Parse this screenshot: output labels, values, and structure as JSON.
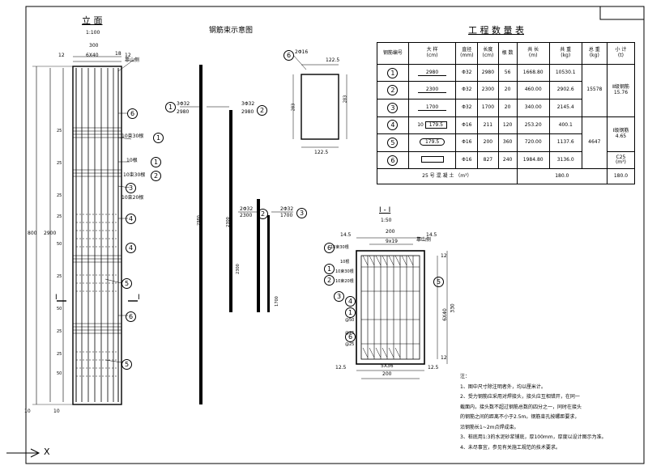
{
  "elevation": {
    "title": "立 面",
    "scale": "1:100",
    "dims": {
      "width": "300",
      "spacing": "6X40",
      "left_edge": "12",
      "right_edge": "12",
      "right_small": "18",
      "total_height": "800",
      "mid_height": "2900",
      "bottom_1": "10",
      "bottom_2": "10"
    },
    "labels": {
      "side": "靠山侧",
      "row1": "10束30根",
      "row2": "10根",
      "row3": "10束30根",
      "row4": "10束20根",
      "section_mark": "I"
    },
    "left_dims": [
      "25",
      "25",
      "25",
      "25",
      "50",
      "25",
      "50",
      "25",
      "25",
      "50"
    ],
    "callouts": [
      "6",
      "1",
      "2",
      "1",
      "3",
      "4",
      "5",
      "4",
      "6",
      "5"
    ]
  },
  "bundle": {
    "title": "钢筋束示意图",
    "items": [
      {
        "mark": "1",
        "spec": "3Φ32",
        "len": "2980",
        "vert": "2980"
      },
      {
        "mark": "2",
        "spec": "3Φ32",
        "len": "2980",
        "vert": "2300"
      },
      {
        "mark": "2",
        "spec": "2Φ32",
        "len": "2300",
        "vert": "2300"
      },
      {
        "mark": "3",
        "spec": "2Φ32",
        "len": "1700",
        "vert": "1700"
      }
    ],
    "stirrup": {
      "mark": "6",
      "spec": "2Φ16",
      "top": "122.5",
      "bottom": "122.5",
      "left": "283",
      "right": "283"
    }
  },
  "quantity_table": {
    "title": "工 程 数 量 表",
    "headers": [
      "钢筋编号",
      "大 样",
      "直径",
      "长度",
      "根 数",
      "共 长",
      "共 重",
      "总 重",
      "小 计"
    ],
    "units": [
      "",
      "(cm)",
      "(mm)",
      "(cm)",
      "",
      "(m)",
      "(kg)",
      "(kg)",
      "(t)"
    ],
    "rows": [
      {
        "no": "1",
        "sketch": "2980",
        "dia": "Φ32",
        "len": "2980",
        "count": "56",
        "tlen": "1668.80",
        "wt": "10530.1"
      },
      {
        "no": "2",
        "sketch": "2300",
        "dia": "Φ32",
        "len": "2300",
        "count": "20",
        "tlen": "460.00",
        "wt": "2902.6"
      },
      {
        "no": "3",
        "sketch": "1700",
        "dia": "Φ32",
        "len": "1700",
        "count": "20",
        "tlen": "340.00",
        "wt": "2145.4"
      },
      {
        "no": "4",
        "sketch": "179.5",
        "dia": "Φ16",
        "len": "211",
        "count": "120",
        "tlen": "253.20",
        "wt": "400.1"
      },
      {
        "no": "5",
        "sketch": "179.5",
        "dia": "Φ16",
        "len": "200",
        "count": "360",
        "tlen": "720.00",
        "wt": "1137.6"
      },
      {
        "no": "6",
        "sketch": "",
        "dia": "Φ16",
        "len": "827",
        "count": "240",
        "tlen": "1984.80",
        "wt": "3136.0"
      }
    ],
    "sketch_small": "10",
    "total_a": "15578",
    "sub_a_label": "Ⅱ级钢筋",
    "sub_a": "15.76",
    "total_b": "4647",
    "sub_b_label": "Ⅰ级钢筋",
    "sub_b": "4.65",
    "concrete_grade": "C25",
    "concrete_unit": "(m³)",
    "concrete_label": "25 号 混 凝 土 （m³）",
    "concrete_qty": "180.0",
    "concrete_sum": "180.0"
  },
  "section": {
    "title": "I - I",
    "scale": "1:50",
    "dims": {
      "top_left": "14.5",
      "top": "200",
      "top_right": "14.5",
      "top_inner": "9x19",
      "bottom_left": "12.5",
      "bottom": "5X36",
      "bottom_total": "200",
      "bottom_right": "12.5",
      "right_spacing": "6X40",
      "right_total": "330",
      "right_top": "12",
      "right_small": "12"
    },
    "labels": {
      "side": "靠山侧",
      "r1": "10束30根",
      "r2": "10根",
      "r3": "10束30根",
      "r4": "10束20根",
      "r5": "@50",
      "r6": "@25",
      "r7": "@25"
    },
    "callouts": [
      "6",
      "1",
      "2",
      "3",
      "4",
      "1",
      "5",
      "6"
    ]
  },
  "notes": {
    "heading": "注：",
    "items": [
      "1、图中尺寸除注明者外，均以厘米计。",
      "2、受力钢筋应采用对焊接头，接头应互相错开，在同一",
      "    截面内，接头数不超过钢筋总数的四分之一，同时在接头",
      "    的钢筋之间的距离不小于2.5m。钢筋束孔按螺距要求，",
      "    沿钢筋长1~2m点焊成束。",
      "3、桩底用1:3的水泥砂浆铺底，厚100mm，厚度以设计图示为准。",
      "4、未尽事宜，参见有关施工规范的技术要求。"
    ]
  },
  "corner": {
    "label": "X"
  }
}
